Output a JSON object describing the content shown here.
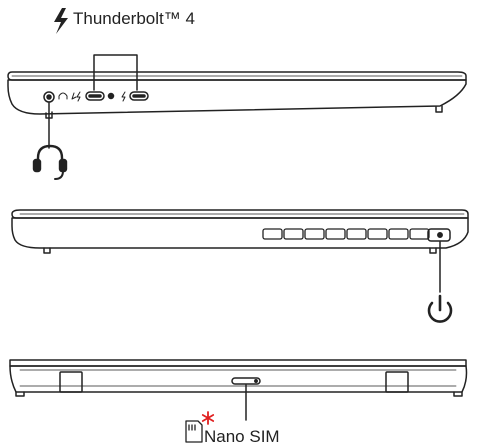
{
  "labels": {
    "thunderbolt": "Thunderbolt™ 4",
    "nano_sim": "Nano SIM"
  },
  "icons": {
    "thunderbolt": "lightning-bolt-icon",
    "headset": "headset-icon",
    "power": "power-icon",
    "sim": "sim-card-icon",
    "asterisk": "red-asterisk"
  },
  "colors": {
    "stroke": "#222222",
    "asterisk": "#e02020"
  }
}
